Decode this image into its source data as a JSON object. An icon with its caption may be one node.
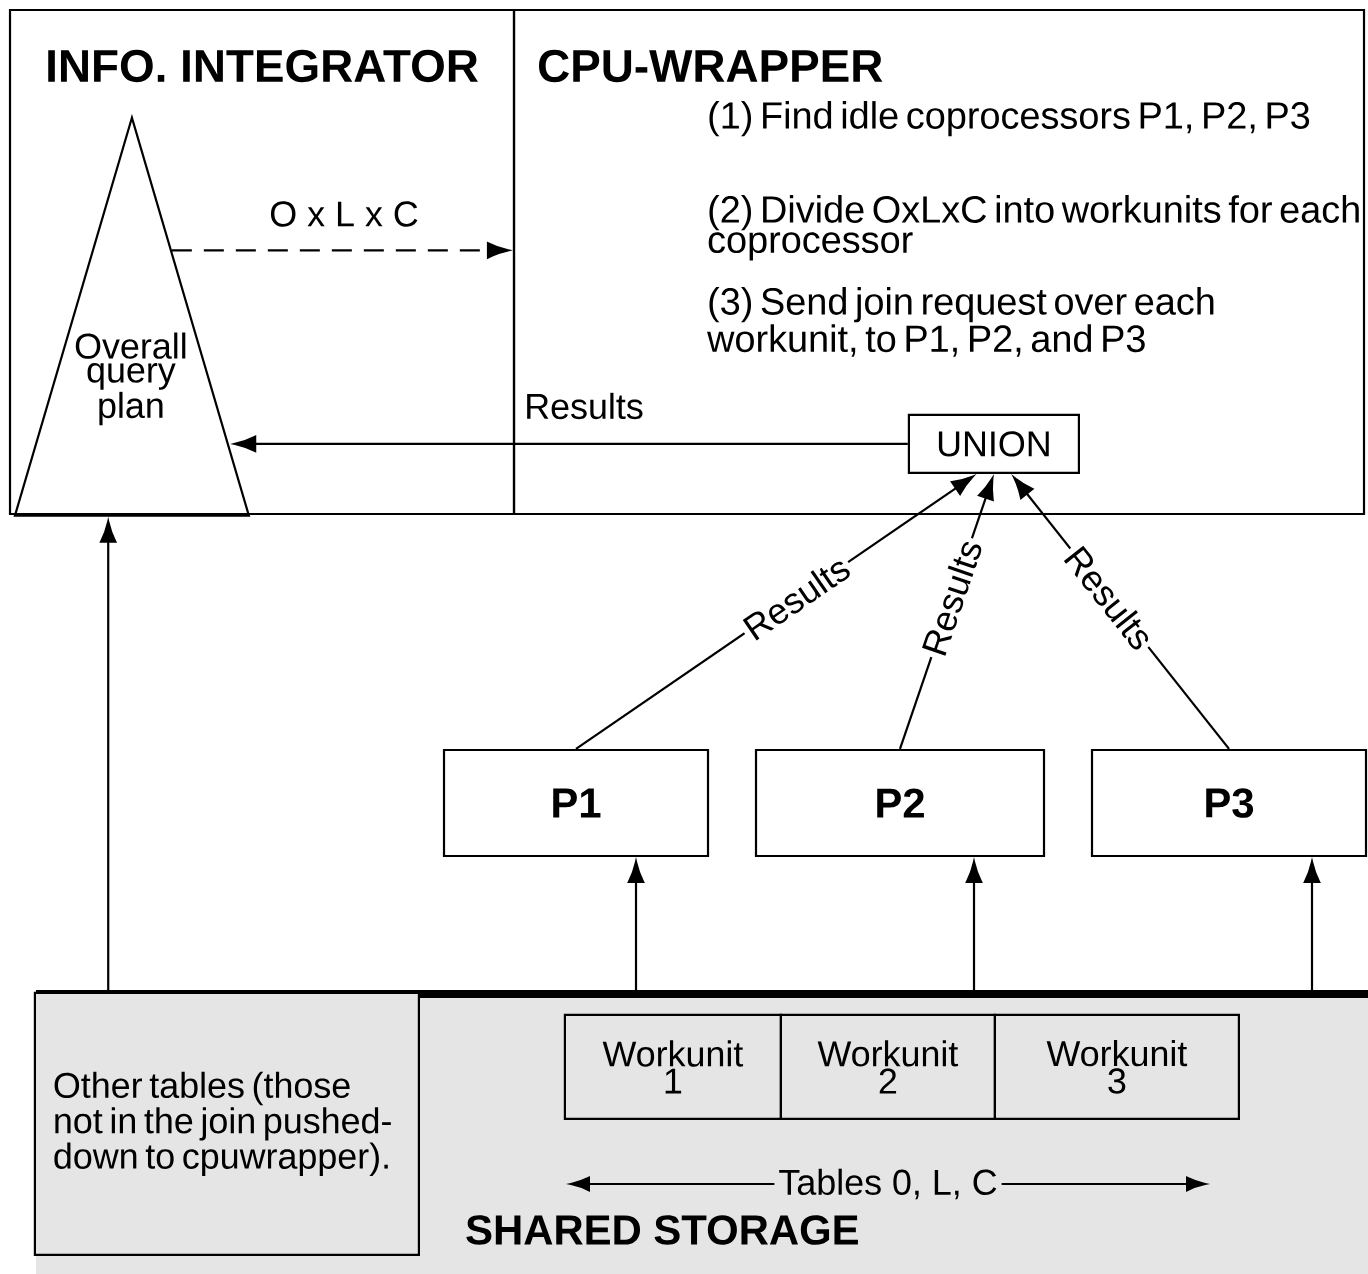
{
  "diagram": {
    "nodes": [
      {
        "text": [
          "INFO. INTEGRATOR"
        ]
      },
      {
        "text": [
          "CPU-WRAPPER",
          "(1) Find idle coprocessors P1, P2, P3",
          "(2) Divide OxLxC into workunits for each coprocessor",
          "(3) Send join request over each workunit, to P1, P2, and P3"
        ]
      },
      {
        "text": [
          "Overall query plan"
        ],
        "in": 0
      },
      {
        "text": [
          "UNION"
        ],
        "in": 1
      },
      {
        "text": [
          "P1"
        ]
      },
      {
        "text": [
          "P2"
        ]
      },
      {
        "text": [
          "P3"
        ]
      },
      {
        "text": [
          "SHARED STORAGE"
        ]
      },
      {
        "text": [
          "Other tables (those not in the join pushed-down to cpuwrapper)."
        ],
        "in": 7
      },
      {
        "text": [
          "Workunit 1"
        ],
        "in": 7
      },
      {
        "text": [
          "Workunit 2"
        ],
        "in": 7
      },
      {
        "text": [
          "Workunit 3"
        ],
        "in": 7
      }
    ],
    "edges": [
      {
        "from": 2,
        "to": 1,
        "arrow": "to",
        "label": "O x L x C",
        "style": "dashed"
      },
      {
        "from": 3,
        "to": 2,
        "arrow": "to",
        "label": "Results"
      },
      {
        "from": 4,
        "to": 3,
        "arrow": "to",
        "label": "Results"
      },
      {
        "from": 5,
        "to": 3,
        "arrow": "to",
        "label": "Results"
      },
      {
        "from": 6,
        "to": 3,
        "arrow": "to",
        "label": "Results"
      },
      {
        "from": 7,
        "to": 2,
        "arrow": "to"
      },
      {
        "from": 7,
        "to": 4,
        "arrow": "to"
      },
      {
        "from": 7,
        "to": 5,
        "arrow": "to"
      },
      {
        "from": 7,
        "to": 6,
        "arrow": "to"
      }
    ],
    "labels": [
      "Tables 0, L, C"
    ]
  }
}
